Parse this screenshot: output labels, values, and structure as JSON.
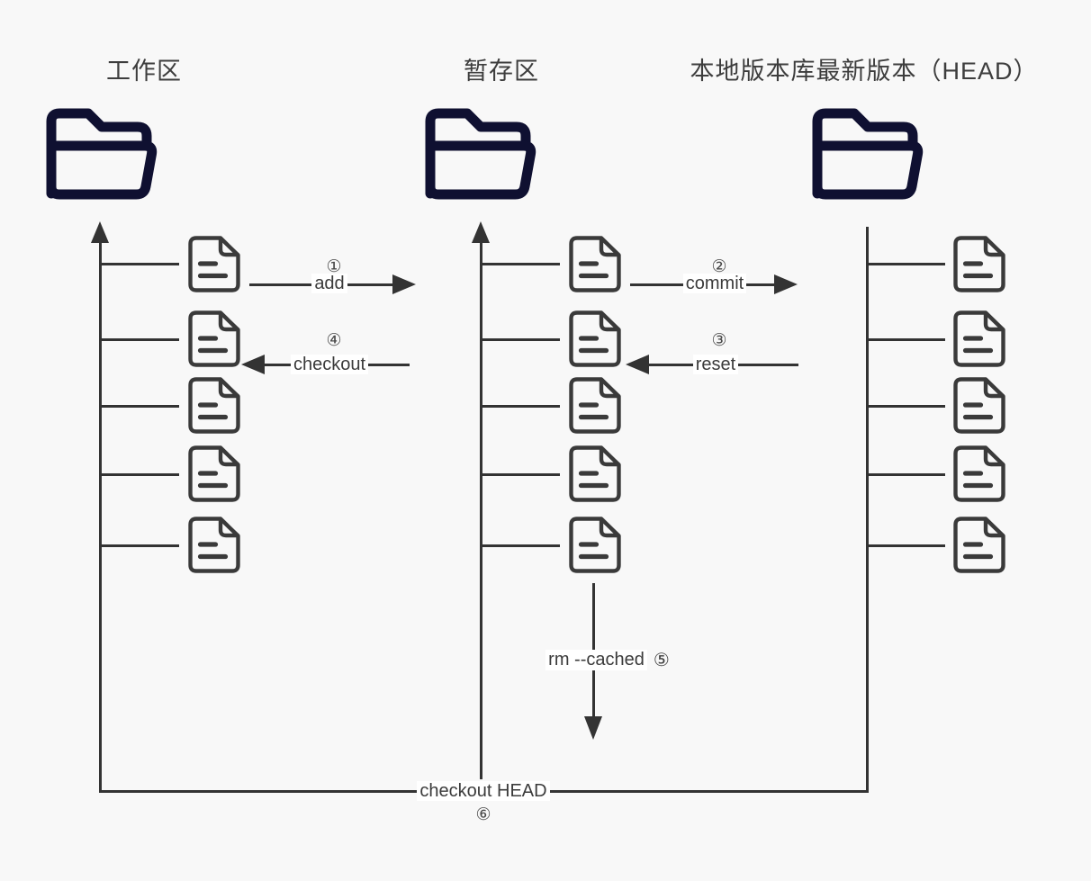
{
  "diagram": {
    "title": "git workflow diagram",
    "columns": [
      {
        "id": "working-directory",
        "title": "工作区",
        "files_count": 5
      },
      {
        "id": "staging-area",
        "title": "暂存区",
        "files_count": 5
      },
      {
        "id": "head-repository",
        "title": "本地版本库最新版本（HEAD）",
        "files_count": 5
      }
    ],
    "operations": {
      "add": {
        "num": "①",
        "label": "add",
        "direction": "right"
      },
      "commit": {
        "num": "②",
        "label": "commit",
        "direction": "right"
      },
      "reset": {
        "num": "③",
        "label": "reset",
        "direction": "left"
      },
      "checkout": {
        "num": "④",
        "label": "checkout",
        "direction": "left"
      },
      "rm_cached": {
        "num": "⑤",
        "label": "rm --cached",
        "direction": "down"
      },
      "checkout_head": {
        "num": "⑥",
        "label": "checkout HEAD",
        "direction": "left"
      }
    },
    "colors": {
      "background": "#f8f8f8",
      "line": "#333333",
      "folder": "#0f1031",
      "file": "#3a3a3a",
      "text": "#3b3b3b",
      "label_background": "#ffffff"
    }
  }
}
